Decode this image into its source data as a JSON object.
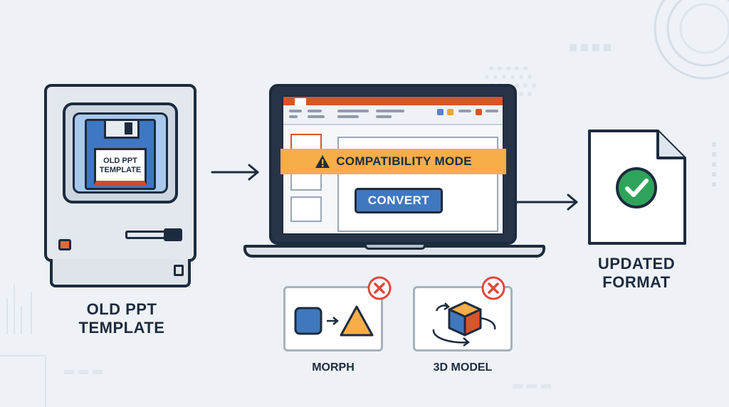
{
  "old_computer": {
    "floppy_label": "OLD PPT TEMPLATE",
    "caption_line1": "OLD PPT",
    "caption_line2": "TEMPLATE"
  },
  "laptop": {
    "compat_bar_text": "COMPATIBILITY MODE",
    "convert_button": "CONVERT"
  },
  "features": [
    {
      "label": "MORPH",
      "status_icon": "x-circle-icon"
    },
    {
      "label": "3D MODEL",
      "status_icon": "x-circle-icon"
    }
  ],
  "output": {
    "caption_line1": "UPDATED",
    "caption_line2": "FORMAT",
    "status_icon": "check-circle-icon"
  },
  "colors": {
    "ink": "#1d2b3e",
    "background": "#eef2f6",
    "ppt_orange": "#d9532b",
    "warning_orange": "#f7ad48",
    "button_blue": "#3f78bf",
    "error_red": "#e0473a",
    "success_green": "#2fa35a"
  }
}
